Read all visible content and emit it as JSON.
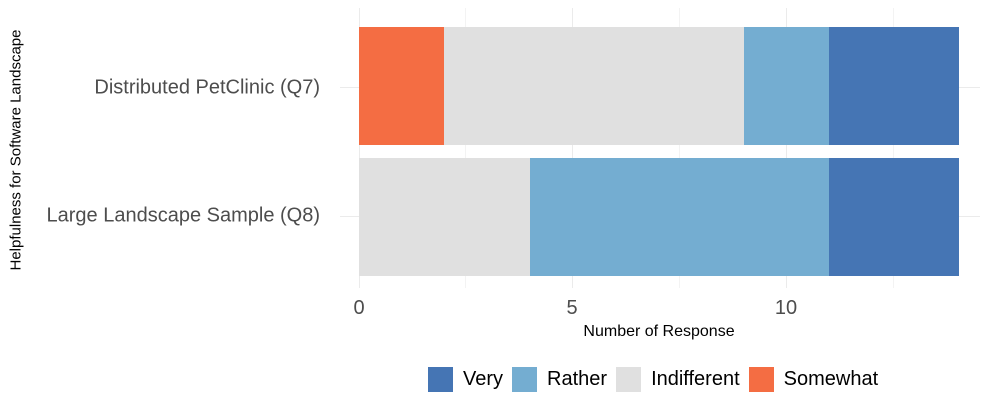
{
  "chart_data": {
    "type": "bar",
    "orientation": "horizontal",
    "stacked": true,
    "title": "",
    "xlabel": "Number of Response",
    "ylabel": "Helpfulness for Software Landscape",
    "xlim": [
      0,
      14
    ],
    "x_ticks": [
      0,
      5,
      10
    ],
    "grid": true,
    "legend_position": "bottom",
    "categories": [
      "Distributed PetClinic (Q7)",
      "Large Landscape Sample (Q8)"
    ],
    "series": [
      {
        "name": "Somewhat",
        "color": "#F46D43",
        "values": [
          2,
          0
        ]
      },
      {
        "name": "Indifferent",
        "color": "#E0E0E0",
        "values": [
          7,
          4
        ]
      },
      {
        "name": "Rather",
        "color": "#74ADD1",
        "values": [
          2,
          7
        ]
      },
      {
        "name": "Very",
        "color": "#4575B4",
        "values": [
          3,
          3
        ]
      }
    ],
    "legend": [
      "Very",
      "Rather",
      "Indifferent",
      "Somewhat"
    ]
  },
  "axis": {
    "ylabel": "Helpfulness for Software Landscape",
    "xlabel": "Number of Response",
    "ticks": [
      "0",
      "5",
      "10"
    ]
  },
  "categories": {
    "q7": "Distributed PetClinic (Q7)",
    "q8": "Large Landscape Sample (Q8)"
  },
  "legend": {
    "very": "Very",
    "rather": "Rather",
    "indifferent": "Indifferent",
    "somewhat": "Somewhat"
  },
  "colors": {
    "very": "#4575B4",
    "rather": "#74ADD1",
    "indifferent": "#E0E0E0",
    "somewhat": "#F46D43"
  }
}
